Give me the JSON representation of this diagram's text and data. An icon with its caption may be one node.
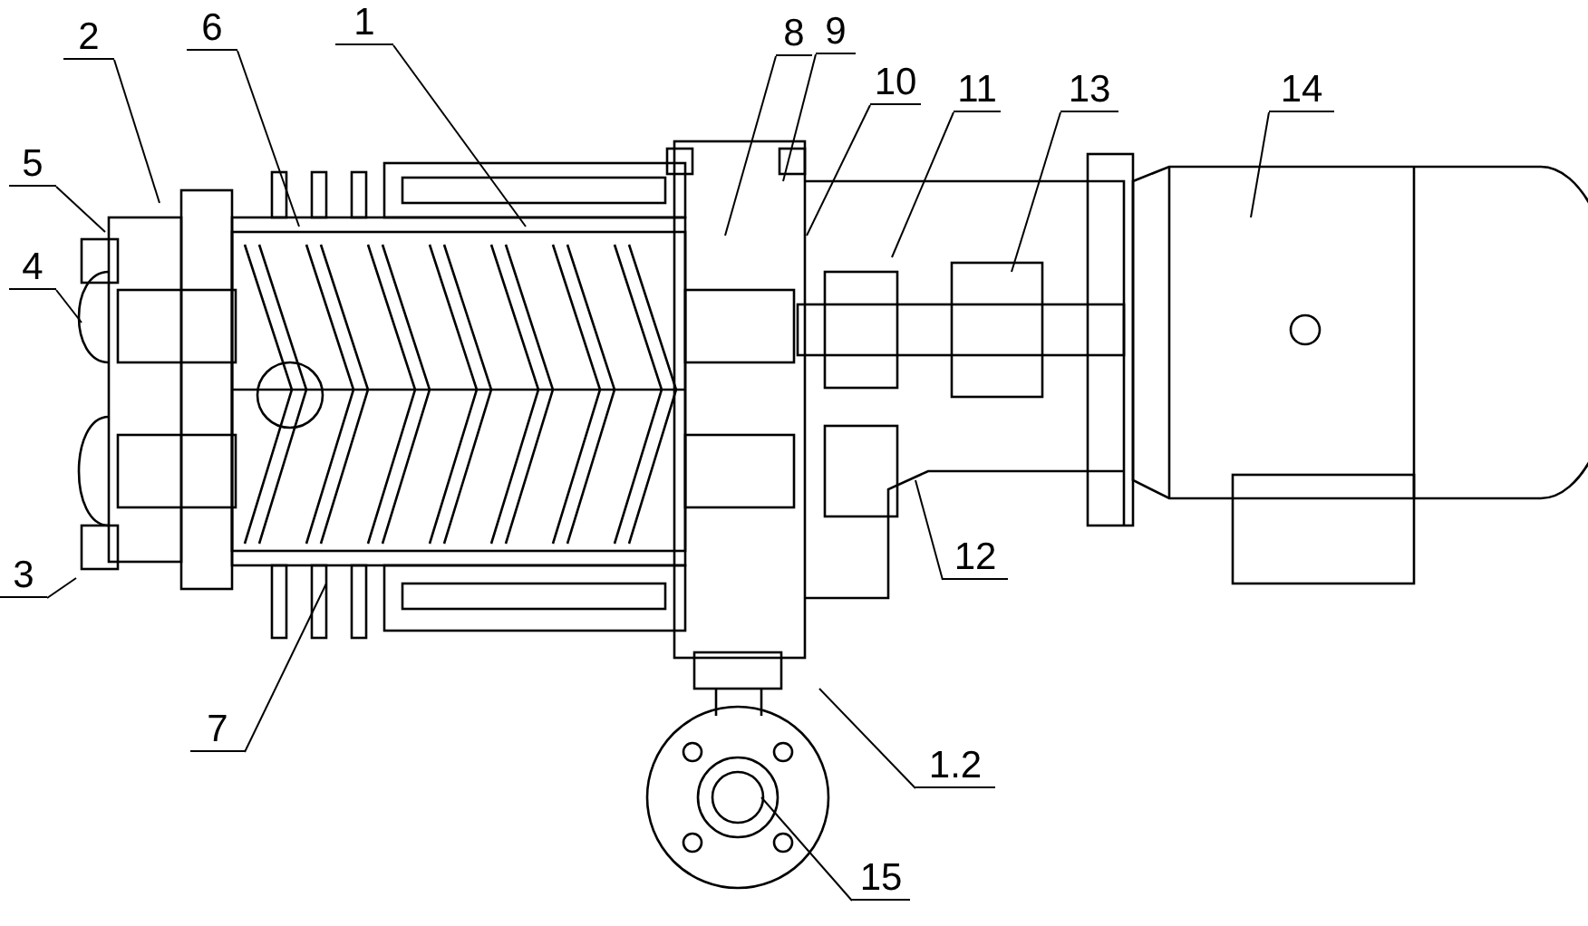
{
  "diagram": {
    "nodes": [
      {
        "text": [
          "2"
        ]
      },
      {
        "text": [
          "6"
        ]
      },
      {
        "text": [
          "1"
        ]
      },
      {
        "text": [
          "8"
        ]
      },
      {
        "text": [
          "9"
        ]
      },
      {
        "text": [
          "10"
        ]
      },
      {
        "text": [
          "11"
        ]
      },
      {
        "text": [
          "13"
        ]
      },
      {
        "text": [
          "14"
        ]
      },
      {
        "text": [
          "5"
        ]
      },
      {
        "text": [
          "4"
        ]
      },
      {
        "text": [
          "3"
        ]
      },
      {
        "text": [
          "12"
        ]
      },
      {
        "text": [
          "7"
        ]
      },
      {
        "text": [
          "1.2"
        ]
      },
      {
        "text": [
          "15"
        ]
      }
    ],
    "edges": [
      {
        "from": 0,
        "to": null,
        "arrow": "none"
      },
      {
        "from": 1,
        "to": null,
        "arrow": "none"
      },
      {
        "from": 2,
        "to": null,
        "arrow": "none"
      },
      {
        "from": 3,
        "to": null,
        "arrow": "none"
      },
      {
        "from": 4,
        "to": null,
        "arrow": "none"
      },
      {
        "from": 5,
        "to": null,
        "arrow": "none"
      },
      {
        "from": 6,
        "to": null,
        "arrow": "none"
      },
      {
        "from": 7,
        "to": null,
        "arrow": "none"
      },
      {
        "from": 8,
        "to": null,
        "arrow": "none"
      },
      {
        "from": 9,
        "to": null,
        "arrow": "none"
      },
      {
        "from": 10,
        "to": null,
        "arrow": "none"
      },
      {
        "from": 11,
        "to": null,
        "arrow": "none"
      },
      {
        "from": 12,
        "to": null,
        "arrow": "none"
      },
      {
        "from": 13,
        "to": null,
        "arrow": "none"
      },
      {
        "from": 14,
        "to": null,
        "arrow": "none"
      },
      {
        "from": 15,
        "to": null,
        "arrow": "none"
      }
    ]
  }
}
